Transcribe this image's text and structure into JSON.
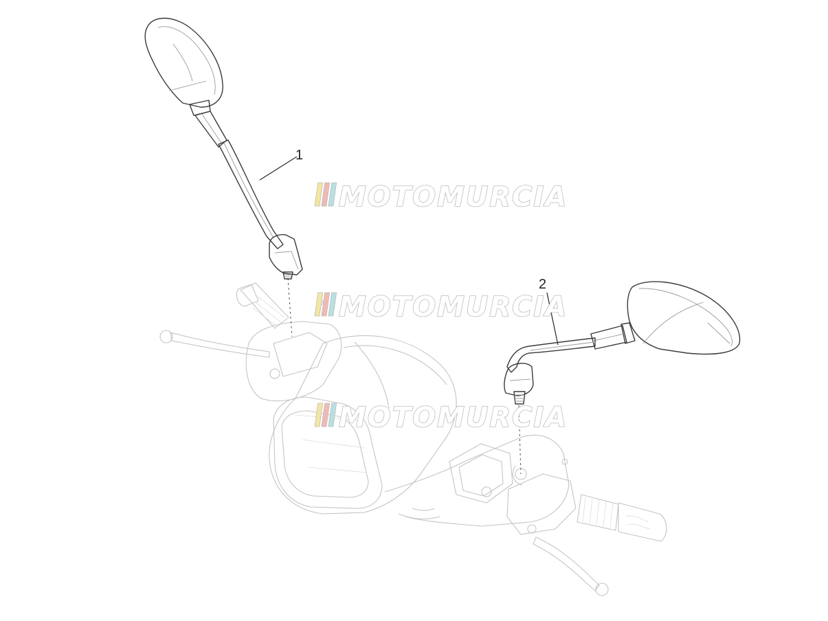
{
  "diagram": {
    "callouts": [
      {
        "id": "1",
        "label": "1"
      },
      {
        "id": "2",
        "label": "2"
      }
    ]
  },
  "watermark": {
    "text": "MOTOMURCIA",
    "stripe_colors": [
      "#f3e6a0",
      "#f1b9b3",
      "#b9dfe0"
    ],
    "text_outline": "#bdbdbd"
  },
  "colors": {
    "line": "#3a3a3a",
    "faint_line": "#c4c4c4",
    "background": "#ffffff"
  }
}
